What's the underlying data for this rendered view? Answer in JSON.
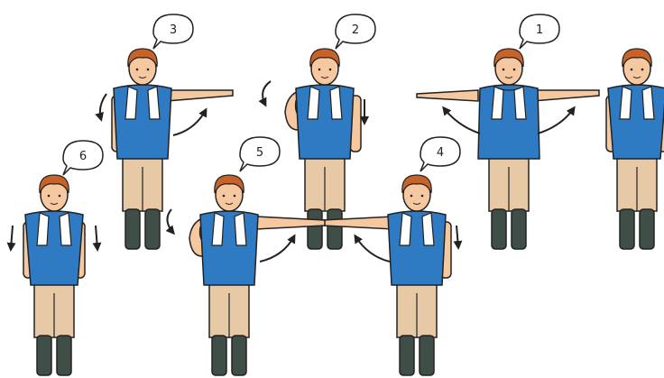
{
  "steps": [
    {
      "label": "1"
    },
    {
      "label": "2"
    },
    {
      "label": "3"
    },
    {
      "label": "4"
    },
    {
      "label": "5"
    },
    {
      "label": "6"
    }
  ],
  "colors": {
    "hair": "#c8622b",
    "skin": "#f6c8a0",
    "shirt": "#2e7bc4",
    "towel": "#ffffff",
    "pants": "#e7c9a5",
    "boots": "#3f4e46",
    "outline": "#222222"
  },
  "icons": [
    "speech-bubble-icon",
    "rotation-arrow-icon",
    "curved-arrow-icon",
    "down-arrow-icon"
  ]
}
